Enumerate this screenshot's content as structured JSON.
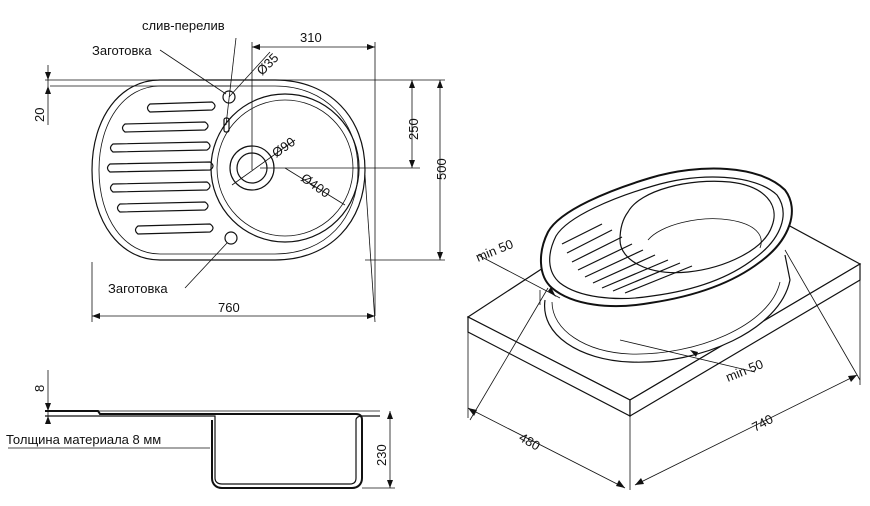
{
  "labels": {
    "overflow_drain": "слив-перелив",
    "blank_top": "Заготовка",
    "blank_bottom": "Заготовка",
    "material_thickness": "Толщина материала  8 мм"
  },
  "dimensions": {
    "width_total": "760",
    "height_total": "500",
    "bowl_offset": "310",
    "bowl_half_height": "250",
    "edge_offset": "20",
    "overflow_dia": "Ø35",
    "drain_dia": "Ø90",
    "bowl_dia": "Ø400",
    "rim_thickness": "8",
    "depth": "230",
    "countertop_depth": "480",
    "countertop_width": "740",
    "min_gap_left": "min 50",
    "min_gap_right": "min 50"
  },
  "colors": {
    "line": "#111111",
    "background": "#ffffff"
  }
}
